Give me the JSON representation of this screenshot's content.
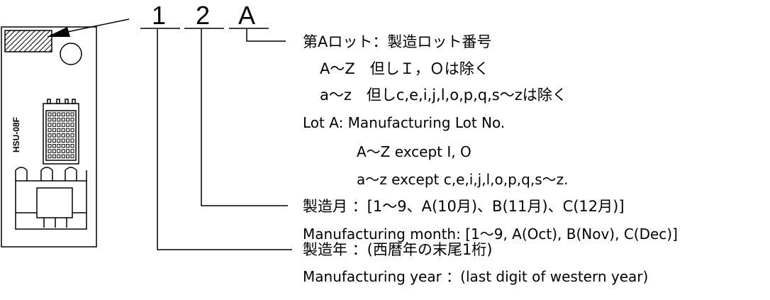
{
  "module": {
    "model_label": "HSU-08F"
  },
  "code": {
    "chars": [
      "1",
      "2",
      "A"
    ]
  },
  "lot": {
    "title_ja": "第Aロット：製造ロット番号",
    "upper_ja": "A〜Z　但しＩ，Ｏは除く",
    "lower_ja": "a〜z　但しc,e,i,j,l,o,p,q,s〜zは除く",
    "title_en": "Lot A: Manufacturing Lot No.",
    "upper_en": "A〜Z except I, O",
    "lower_en": "a〜z except c,e,i,j,l,o,p,q,s〜z."
  },
  "month": {
    "title_ja": "製造月 ：[1〜9、A(10月)、B(11月)、C(12月)]",
    "title_en": "Manufacturing month: [1〜9, A(Oct), B(Nov), C(Dec)]"
  },
  "year": {
    "title_ja": "製造年 ：(西暦年の末尾1桁)",
    "title_en": "Manufacturing year ：(last digit of western year)"
  }
}
